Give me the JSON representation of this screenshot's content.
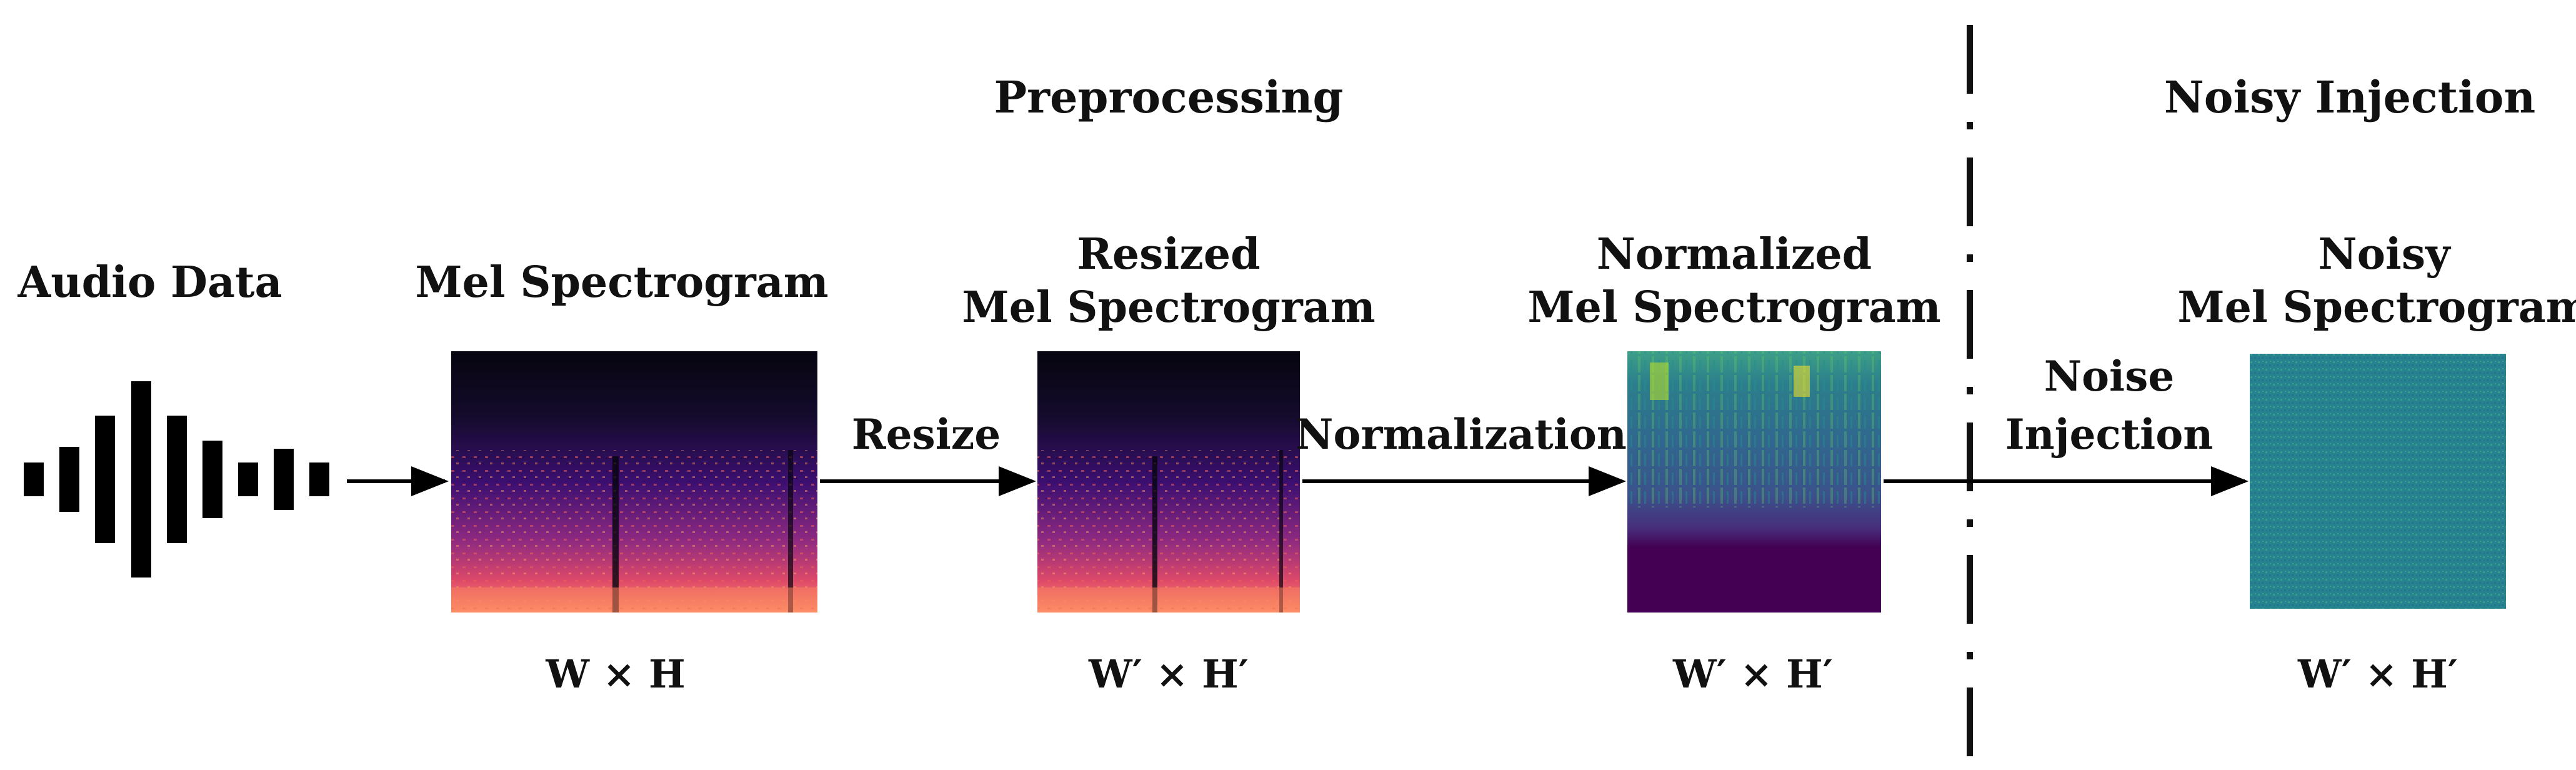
{
  "sections": {
    "preprocessing": "Preprocessing",
    "noisy_injection": "Noisy Injection"
  },
  "stages": {
    "audio": {
      "title": "Audio Data"
    },
    "mel": {
      "title": "Mel Spectrogram",
      "dims": "W × H"
    },
    "resized": {
      "title_line1": "Resized",
      "title_line2": "Mel Spectrogram",
      "dims": "W′ × H′"
    },
    "normalized": {
      "title_line1": "Normalized",
      "title_line2": "Mel Spectrogram",
      "dims": "W′ × H′"
    },
    "noisy": {
      "title_line1": "Noisy",
      "title_line2": "Mel Spectrogram",
      "dims": "W′ × H′"
    }
  },
  "steps": {
    "resize": "Resize",
    "normalization": "Normalization",
    "noise_line1": "Noise",
    "noise_line2": "Injection"
  },
  "colors": {
    "magma_dark": "#0d0a1c",
    "magma_mid": "#b73779",
    "magma_bright": "#fc8961",
    "viridis_dark": "#440154",
    "viridis_mid": "#21918c",
    "viridis_bright": "#fde725",
    "noise_teal": "#26828e"
  }
}
